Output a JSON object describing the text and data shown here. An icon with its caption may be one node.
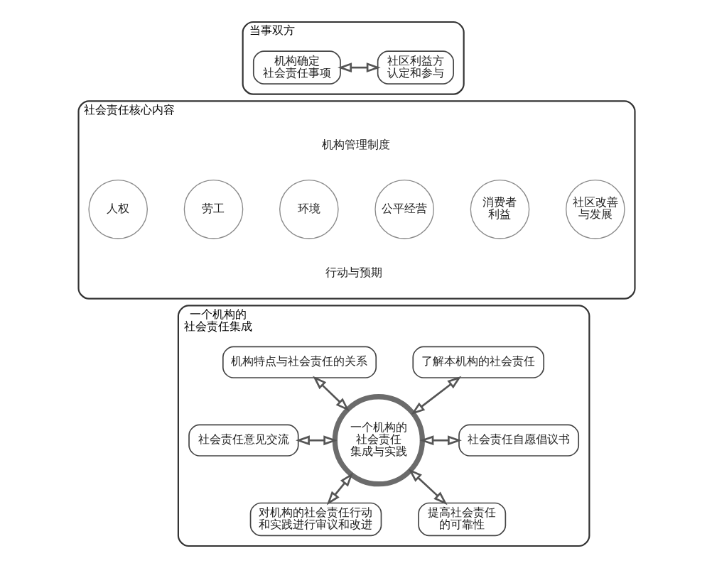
{
  "diagram": {
    "nodes": [
      {
        "text": [
          "当事双方"
        ]
      },
      {
        "text": [
          "机构确定社会责任事项"
        ],
        "in": 0
      },
      {
        "text": [
          "社区利益方认定和参与"
        ],
        "in": 0
      },
      {
        "text": [
          "社会责任核心内容"
        ]
      },
      {
        "text": [
          "人权"
        ],
        "in": 3
      },
      {
        "text": [
          "劳工"
        ],
        "in": 3
      },
      {
        "text": [
          "环境"
        ],
        "in": 3
      },
      {
        "text": [
          "公平经营"
        ],
        "in": 3
      },
      {
        "text": [
          "消费者利益"
        ],
        "in": 3
      },
      {
        "text": [
          "社区改善与发展"
        ],
        "in": 3
      },
      {
        "text": [
          "一个机构的社会责任集成"
        ]
      },
      {
        "text": [
          "机构特点与社会责任的关系"
        ],
        "in": 10
      },
      {
        "text": [
          "了解本机构的社会责任"
        ],
        "in": 10
      },
      {
        "text": [
          "一个机构的社会责任集成与实践"
        ],
        "in": 10
      },
      {
        "text": [
          "社会责任意见交流"
        ],
        "in": 10
      },
      {
        "text": [
          "社会责任自愿倡议书"
        ],
        "in": 10
      },
      {
        "text": [
          "对机构的社会责任行动和实践进行审议和改进"
        ],
        "in": 10
      },
      {
        "text": [
          "提高社会责任的可靠性"
        ],
        "in": 10
      }
    ],
    "edges": [
      {
        "from": 1,
        "to": 2,
        "arrow": "both"
      },
      {
        "from": 11,
        "to": 13,
        "arrow": "both"
      },
      {
        "from": 12,
        "to": 13,
        "arrow": "both"
      },
      {
        "from": 14,
        "to": 13,
        "arrow": "both"
      },
      {
        "from": 13,
        "to": 15,
        "arrow": "both"
      },
      {
        "from": 13,
        "to": 16,
        "arrow": "both"
      },
      {
        "from": 13,
        "to": 17,
        "arrow": "both"
      }
    ],
    "labels": [
      "机构管理制度",
      "行动与预期"
    ]
  }
}
